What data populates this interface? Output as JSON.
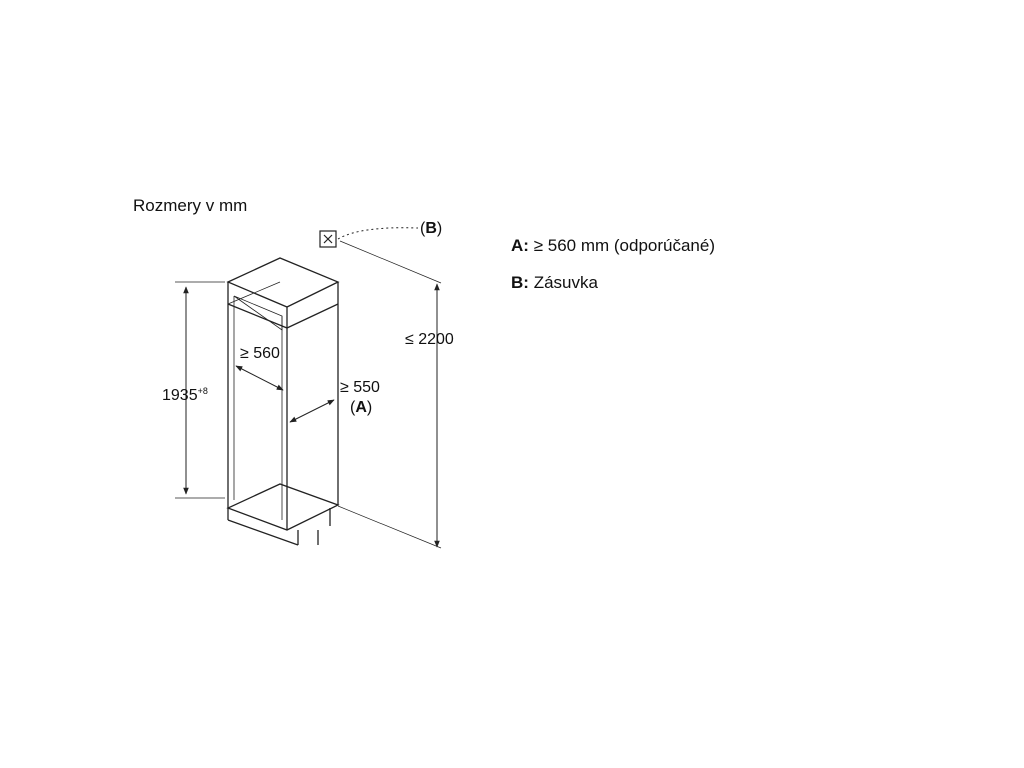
{
  "caption": "Rozmery v mm",
  "legend": {
    "a_key": "A:",
    "a_text": "≥ 560 mm (odporúčané)",
    "b_key": "B:",
    "b_text": "Zásuvka"
  },
  "dims": {
    "height": "1935",
    "height_tol": "+8",
    "width": "≥ 560",
    "depth": "≥ 550",
    "depth_ref_open": "(",
    "depth_ref_key": "A",
    "depth_ref_close": ")",
    "total": "≤ 2200",
    "socket_open": "(",
    "socket_key": "B",
    "socket_close": ")"
  }
}
